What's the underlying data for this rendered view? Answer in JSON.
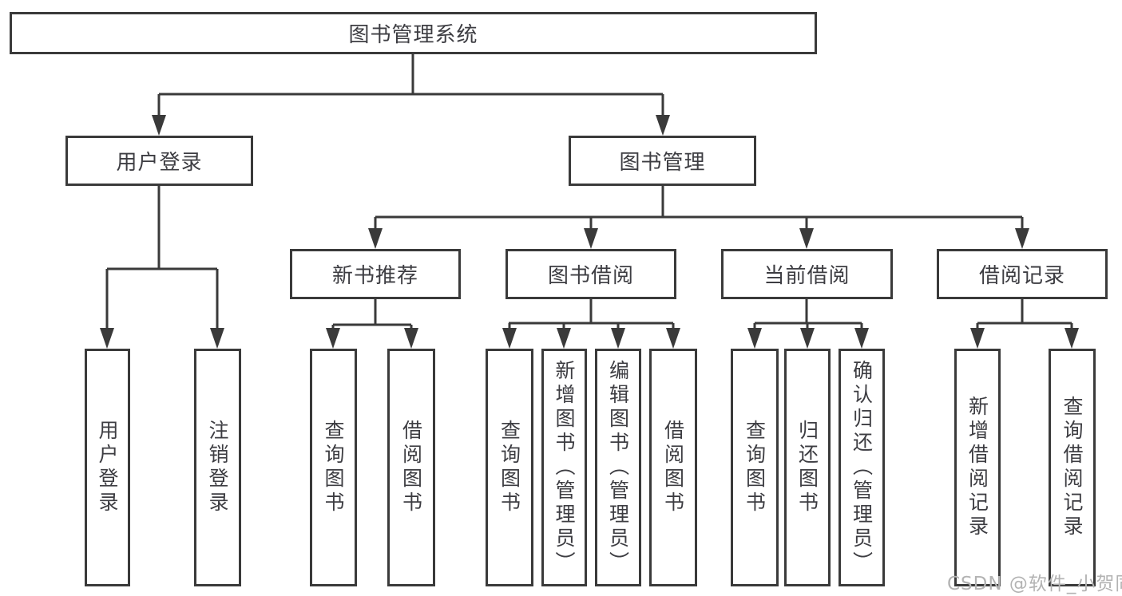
{
  "diagram": {
    "root": "图书管理系统",
    "branches": [
      {
        "label": "用户登录",
        "leaves": [
          "用户登录",
          "注销登录"
        ]
      },
      {
        "label": "图书管理",
        "groups": [
          {
            "label": "新书推荐",
            "leaves": [
              "查询图书",
              "借阅图书"
            ]
          },
          {
            "label": "图书借阅",
            "leaves": [
              "查询图书",
              "新增图书（管理员）",
              "编辑图书（管理员）",
              "借阅图书"
            ]
          },
          {
            "label": "当前借阅",
            "leaves": [
              "查询图书",
              "归还图书",
              "确认归还（管理员）"
            ]
          },
          {
            "label": "借阅记录",
            "leaves": [
              "新增借阅记录",
              "查询借阅记录"
            ]
          }
        ]
      }
    ]
  },
  "watermark": {
    "text": "CSDN @软件_小贺同学"
  },
  "colors": {
    "line": "#3a3a3a",
    "box_border": "#3a3a3a",
    "text": "#3d3d42",
    "watermark": "#b3b3b3",
    "background": "#ffffff"
  }
}
